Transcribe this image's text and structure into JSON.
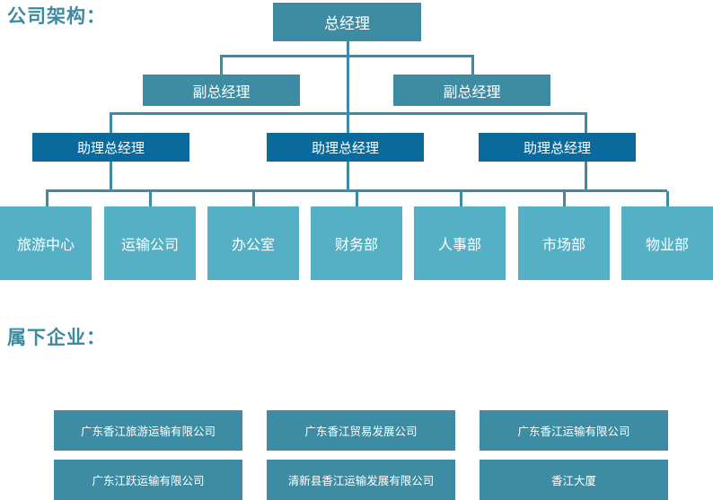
{
  "sections": {
    "org_title": "公司架构：",
    "subsidiary_title": "属下企业："
  },
  "colors": {
    "title": "#3c8aa0",
    "level1": "#3d8ca3",
    "level2": "#3d8ca3",
    "level3": "#0a6a9c",
    "level4": "#55b0c6",
    "subsidiary": "#3d8ca3",
    "connector": "#3d8ca3",
    "background": "#ffffff"
  },
  "org_chart": {
    "level1": [
      {
        "label": "总经理"
      }
    ],
    "level2": [
      {
        "label": "副总经理"
      },
      {
        "label": "副总经理"
      }
    ],
    "level3": [
      {
        "label": "助理总经理"
      },
      {
        "label": "助理总经理"
      },
      {
        "label": "助理总经理"
      }
    ],
    "level4": [
      {
        "label": "旅游中心"
      },
      {
        "label": "运输公司"
      },
      {
        "label": "办公室"
      },
      {
        "label": "财务部"
      },
      {
        "label": "人事部"
      },
      {
        "label": "市场部"
      },
      {
        "label": "物业部"
      }
    ]
  },
  "subsidiaries": {
    "row1": [
      {
        "label": "广东香江旅游运输有限公司"
      },
      {
        "label": "广东香江贸易发展公司"
      },
      {
        "label": "广东香江运输有限公司"
      }
    ],
    "row2": [
      {
        "label": "广东江跃运输有限公司"
      },
      {
        "label": "清新县香江运输发展有限公司"
      },
      {
        "label": "香江大厦"
      }
    ]
  }
}
